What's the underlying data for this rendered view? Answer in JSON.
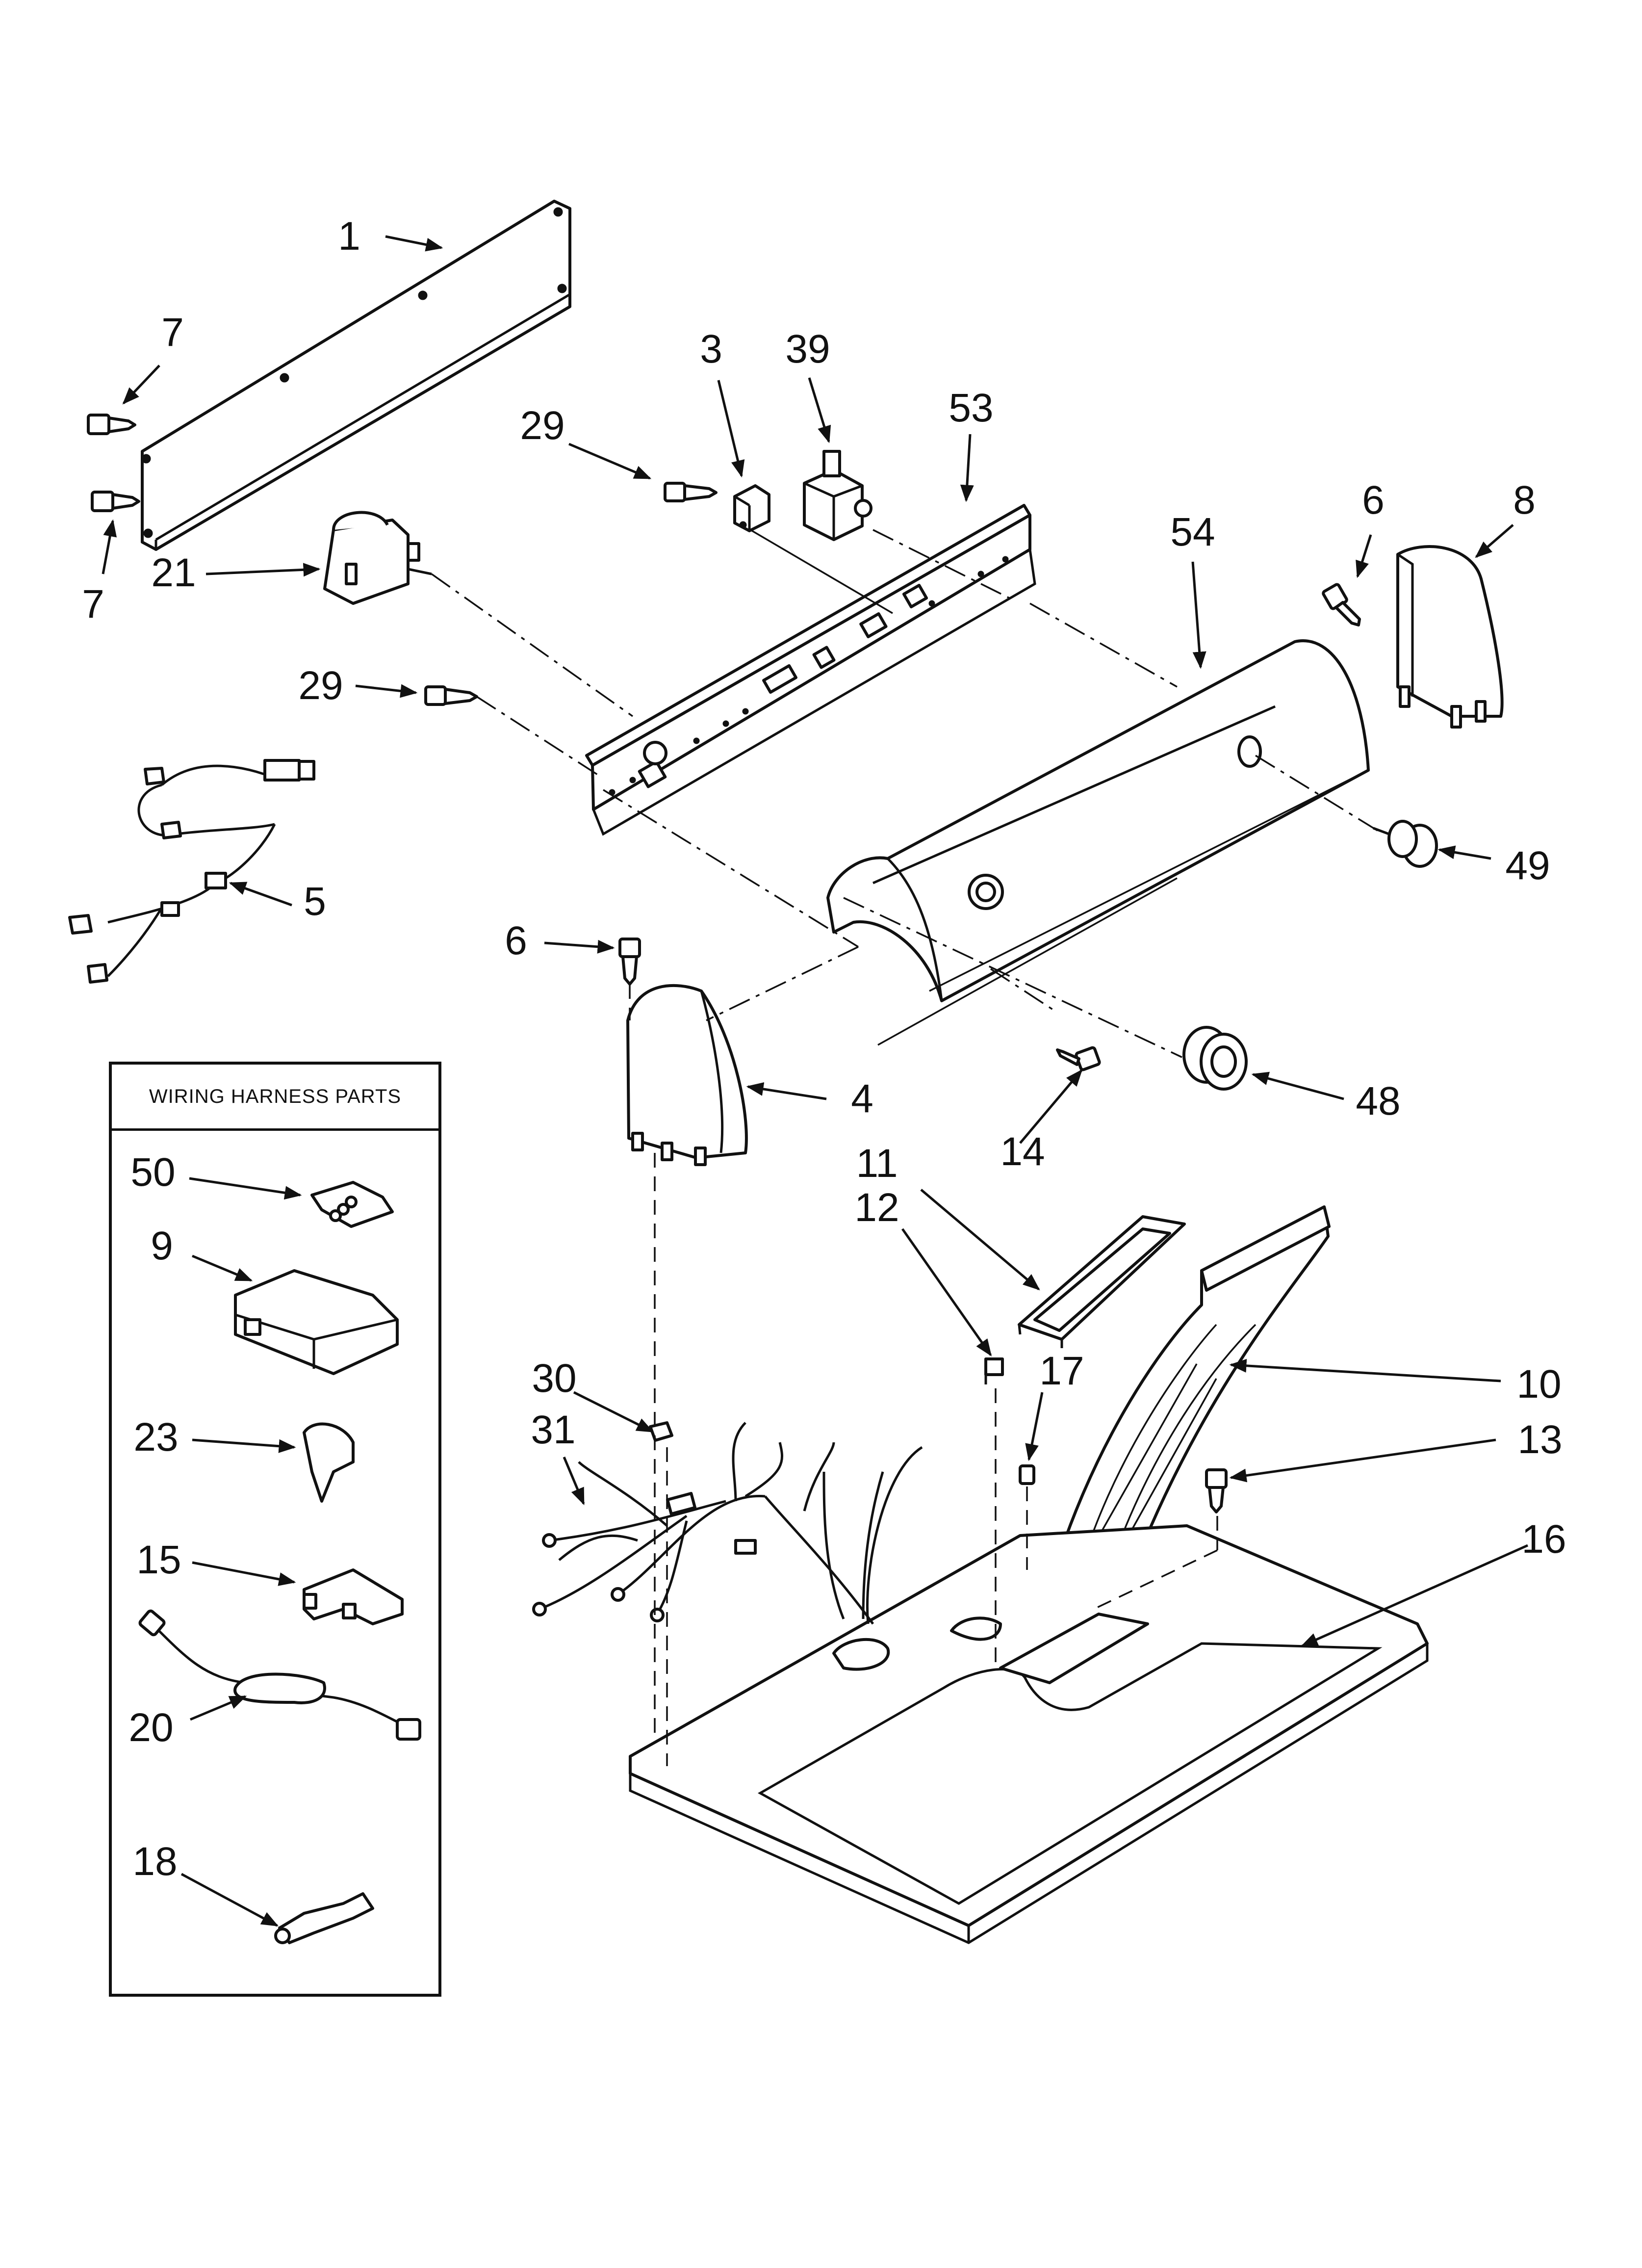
{
  "harness_box": {
    "title": "WIRING HARNESS PARTS"
  },
  "labels": [
    {
      "id": "1",
      "text": "1"
    },
    {
      "id": "7a",
      "text": "7"
    },
    {
      "id": "7b",
      "text": "7"
    },
    {
      "id": "21",
      "text": "21"
    },
    {
      "id": "29a",
      "text": "29"
    },
    {
      "id": "29b",
      "text": "29"
    },
    {
      "id": "3",
      "text": "3"
    },
    {
      "id": "39",
      "text": "39"
    },
    {
      "id": "53",
      "text": "53"
    },
    {
      "id": "54",
      "text": "54"
    },
    {
      "id": "6a",
      "text": "6"
    },
    {
      "id": "8",
      "text": "8"
    },
    {
      "id": "49",
      "text": "49"
    },
    {
      "id": "5",
      "text": "5"
    },
    {
      "id": "6b",
      "text": "6"
    },
    {
      "id": "4",
      "text": "4"
    },
    {
      "id": "14",
      "text": "14"
    },
    {
      "id": "48",
      "text": "48"
    },
    {
      "id": "11",
      "text": "11"
    },
    {
      "id": "12",
      "text": "12"
    },
    {
      "id": "17",
      "text": "17"
    },
    {
      "id": "10",
      "text": "10"
    },
    {
      "id": "13",
      "text": "13"
    },
    {
      "id": "16",
      "text": "16"
    },
    {
      "id": "30",
      "text": "30"
    },
    {
      "id": "31",
      "text": "31"
    },
    {
      "id": "50",
      "text": "50"
    },
    {
      "id": "9",
      "text": "9"
    },
    {
      "id": "23",
      "text": "23"
    },
    {
      "id": "15",
      "text": "15"
    },
    {
      "id": "20",
      "text": "20"
    },
    {
      "id": "18",
      "text": "18"
    }
  ]
}
